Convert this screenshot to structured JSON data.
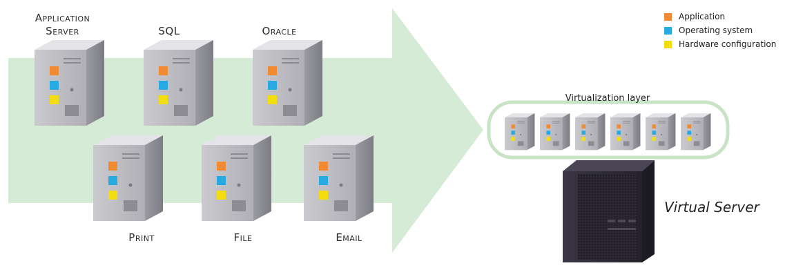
{
  "labels": {
    "app_server_line1": "Application",
    "app_server_line2": "Server",
    "sql": "SQL",
    "oracle": "Oracle",
    "print": "Print",
    "file": "File",
    "email": "Email",
    "virtualization_layer": "Virtualization layer",
    "virtual_server": "Virtual Server"
  },
  "legend": [
    {
      "label": "Application",
      "color": "#F08A33"
    },
    {
      "label": "Operating system",
      "color": "#27A9E1"
    },
    {
      "label": "Hardware configuration",
      "color": "#F2DE0E"
    }
  ],
  "colors": {
    "arrow_fill": "#D5EBD5",
    "layer_outline": "#C8E3C5",
    "tower_front": "#BDBDC2",
    "tower_side": "#8E8E95",
    "tower_top": "#E4E4E8",
    "virtual_server_body": "#2D2A36"
  },
  "virtualized_server_count": 6
}
